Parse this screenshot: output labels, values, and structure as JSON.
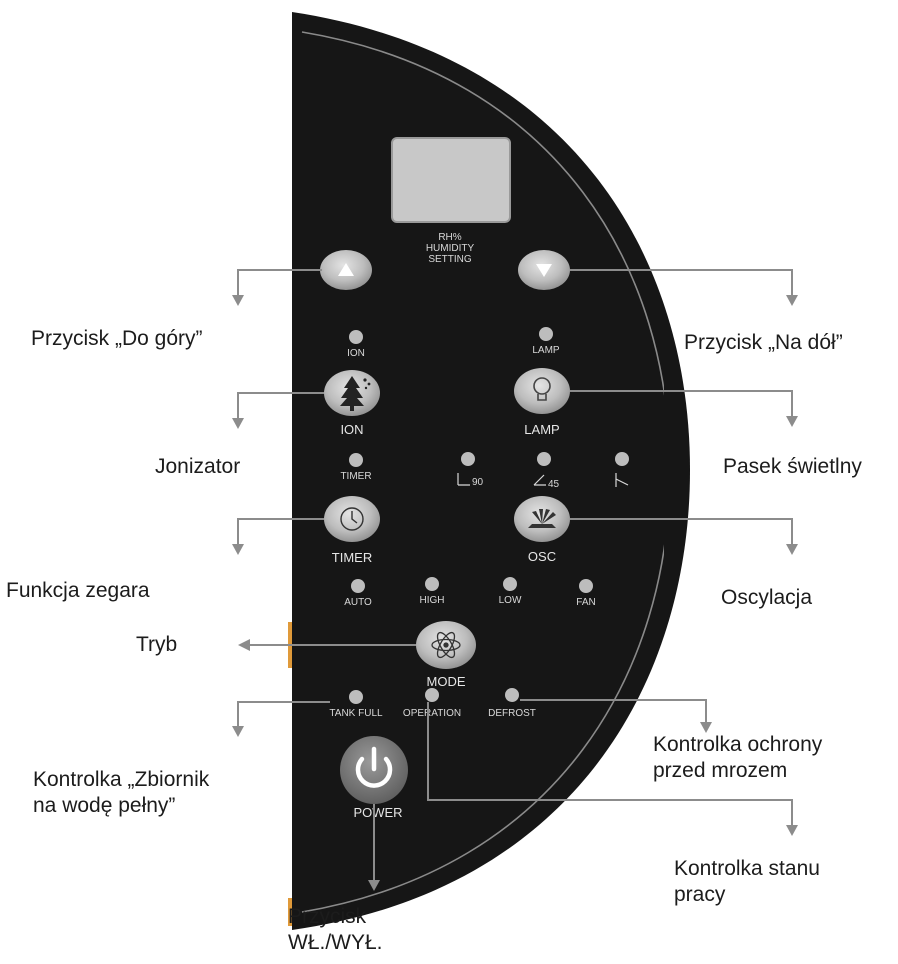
{
  "panel": {
    "display_caption": [
      "RH%",
      "HUMIDITY",
      "SETTING"
    ],
    "indicators": {
      "ion": "ION",
      "lamp": "LAMP",
      "timer": "TIMER",
      "auto": "AUTO",
      "high": "HIGH",
      "low": "LOW",
      "fan": "FAN",
      "tank_full": "TANK FULL",
      "operation": "OPERATION",
      "defrost": "DEFROST"
    },
    "buttons": {
      "ion": "ION",
      "lamp": "LAMP",
      "timer": "TIMER",
      "osc": "OSC",
      "mode": "MODE",
      "power": "POWER"
    },
    "angle_labels": {
      "a90": "90",
      "a45": "45"
    }
  },
  "callouts": {
    "up_button": "Przycisk „Do góry”",
    "down_button": "Przycisk „Na dół”",
    "ionizer": "Jonizator",
    "light_strip": "Pasek świetlny",
    "timer": "Funkcja zegara",
    "oscillation": "Oscylacja",
    "mode": "Tryb",
    "frost_protection": [
      "Kontrolka ochrony",
      "przed mrozem"
    ],
    "tank_full": [
      "Kontrolka „Zbiornik",
      "na wodę pełny”"
    ],
    "operation_status": [
      "Kontrolka stanu",
      "pracy"
    ],
    "power_button": [
      "Przycisk",
      "WŁ./WYŁ."
    ]
  },
  "colors": {
    "panel": "#161616",
    "panel_edge": "#8a8a8a",
    "button": "#b9b9b9",
    "power_button": "#7d7d7d",
    "indicator": "#bdbdbd",
    "leader": "#8c8c8c"
  }
}
